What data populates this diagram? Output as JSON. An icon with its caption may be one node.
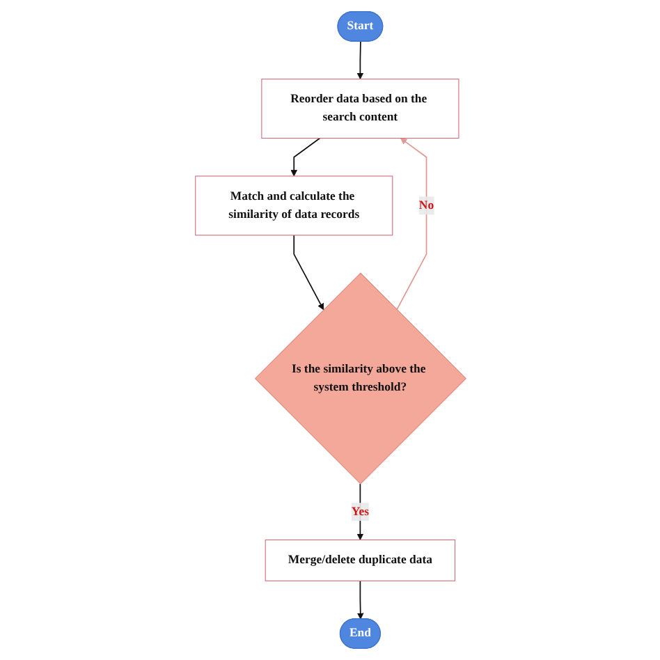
{
  "diagram": {
    "nodes": [
      {
        "text": [
          "Start"
        ]
      },
      {
        "text": [
          "Reorder data based on the search content"
        ]
      },
      {
        "text": [
          "Match and calculate the similarity of data records"
        ]
      },
      {
        "text": [
          "Is the similarity above the system threshold?"
        ]
      },
      {
        "text": [
          "Merge/delete duplicate data"
        ]
      },
      {
        "text": [
          "End"
        ]
      }
    ],
    "edges": [
      {
        "from": 0,
        "to": 1,
        "arrow": "to"
      },
      {
        "from": 1,
        "to": 2,
        "arrow": "to"
      },
      {
        "from": 2,
        "to": 3,
        "arrow": "to"
      },
      {
        "from": 3,
        "to": 1,
        "arrow": "to",
        "label": "No",
        "color": "#e09a92"
      },
      {
        "from": 3,
        "to": 4,
        "arrow": "to",
        "label": "Yes"
      },
      {
        "from": 4,
        "to": 5,
        "arrow": "to"
      }
    ]
  }
}
